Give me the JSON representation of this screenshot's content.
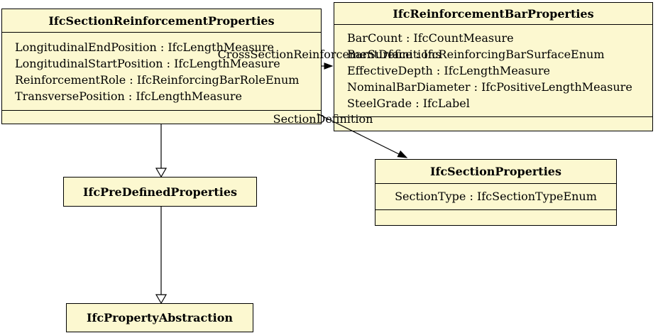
{
  "diagram": {
    "colors": {
      "background": "#ffffff",
      "node_fill": "#fcf8d0",
      "node_border": "#000000",
      "edge_color": "#000000",
      "text": "#000000"
    },
    "nodes": [
      {
        "title": "IfcSectionReinforcementProperties",
        "attributes": [
          "LongitudinalEndPosition : IfcLengthMeasure",
          "LongitudinalStartPosition : IfcLengthMeasure",
          "ReinforcementRole : IfcReinforcingBarRoleEnum",
          "TransversePosition : IfcLengthMeasure"
        ]
      },
      {
        "title": "IfcReinforcementBarProperties",
        "attributes": [
          "BarCount : IfcCountMeasure",
          "BarSurface : IfcReinforcingBarSurfaceEnum",
          "EffectiveDepth : IfcLengthMeasure",
          "NominalBarDiameter : IfcPositiveLengthMeasure",
          "SteelGrade : IfcLabel"
        ]
      },
      {
        "title": "IfcSectionProperties",
        "attributes": [
          "SectionType : IfcSectionTypeEnum"
        ]
      },
      {
        "title": "IfcPreDefinedProperties",
        "attributes": []
      },
      {
        "title": "IfcPropertyAbstraction",
        "attributes": []
      }
    ],
    "edges": [
      {
        "label": "CrossSectionReinforcementDefinitions"
      },
      {
        "label": "SectionDefinition"
      }
    ]
  }
}
